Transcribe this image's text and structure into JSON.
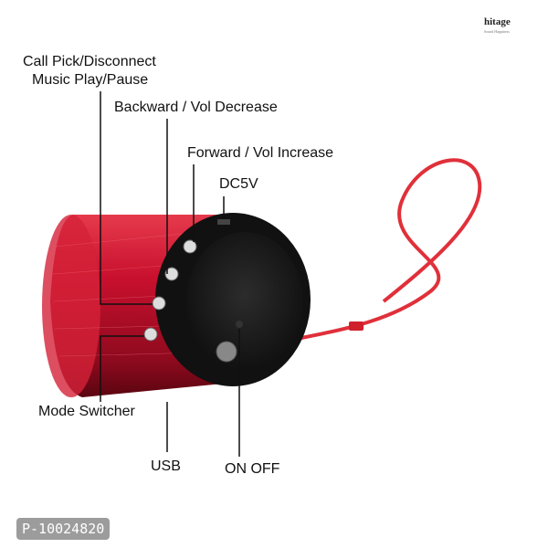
{
  "labels": {
    "call": "Call Pick/Disconnect",
    "music": "Music Play/Pause",
    "backward": "Backward / Vol Decrease",
    "forward": "Forward / Vol Increase",
    "dc": "DC5V",
    "mode": "Mode Switcher",
    "usb": "USB",
    "onoff": "ON OFF"
  },
  "product_id": "P-10024820",
  "logo": {
    "text": "hitage",
    "tagline": "Sound Happiness"
  },
  "colors": {
    "body": "#c8102e",
    "face": "#1c1c1c",
    "strap": "#e0303a"
  }
}
